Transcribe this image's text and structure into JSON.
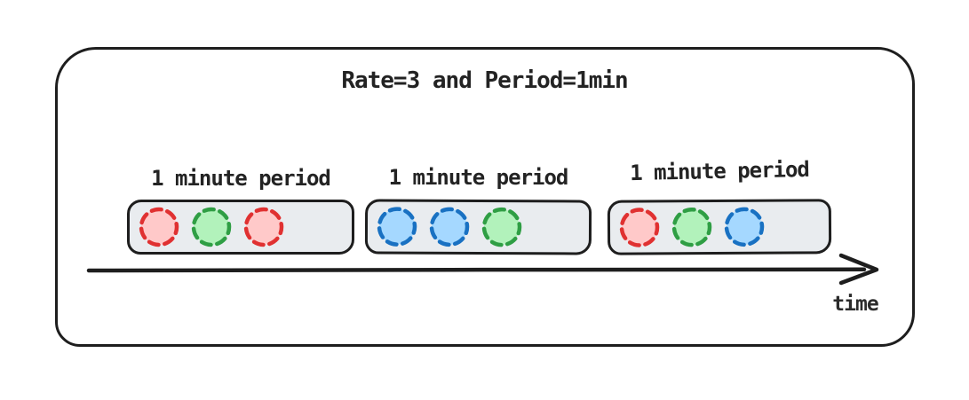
{
  "diagram": {
    "title": "Rate=3 and Period=1min",
    "time_axis_label": "time",
    "periods": [
      {
        "label": "1 minute period",
        "requests": [
          "red",
          "green",
          "red"
        ]
      },
      {
        "label": "1 minute period",
        "requests": [
          "blue",
          "blue",
          "green"
        ]
      },
      {
        "label": "1 minute period",
        "requests": [
          "red",
          "green",
          "blue"
        ]
      }
    ],
    "colors": {
      "outline": "#1e1e1e",
      "period_box_fill": "#e9ecef",
      "red": {
        "stroke": "#e03131",
        "fill": "#ffc9c9"
      },
      "green": {
        "stroke": "#2f9e44",
        "fill": "#b2f2bb"
      },
      "blue": {
        "stroke": "#1971c2",
        "fill": "#a5d8ff"
      }
    }
  }
}
